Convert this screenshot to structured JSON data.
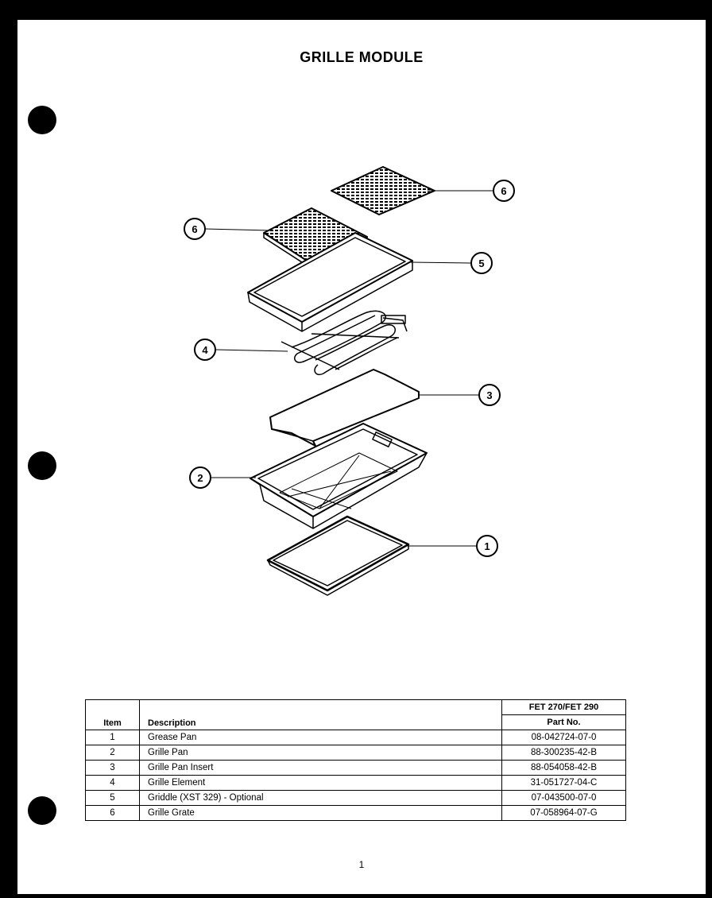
{
  "title": "GRILLE MODULE",
  "callouts": [
    "6",
    "6",
    "5",
    "4",
    "3",
    "2",
    "1"
  ],
  "table": {
    "header_model": "FET 270/FET 290",
    "header_item": "Item",
    "header_desc": "Description",
    "header_part": "Part No.",
    "rows": [
      {
        "item": "1",
        "desc": "Grease Pan",
        "part": "08-042724-07-0"
      },
      {
        "item": "2",
        "desc": "Grille Pan",
        "part": "88-300235-42-B"
      },
      {
        "item": "3",
        "desc": "Grille Pan Insert",
        "part": "88-054058-42-B"
      },
      {
        "item": "4",
        "desc": "Grille Element",
        "part": "31-051727-04-C"
      },
      {
        "item": "5",
        "desc": "Griddle (XST 329) - Optional",
        "part": "07-043500-07-0"
      },
      {
        "item": "6",
        "desc": "Grille Grate",
        "part": "07-058964-07-G"
      }
    ]
  },
  "page_number": "1"
}
